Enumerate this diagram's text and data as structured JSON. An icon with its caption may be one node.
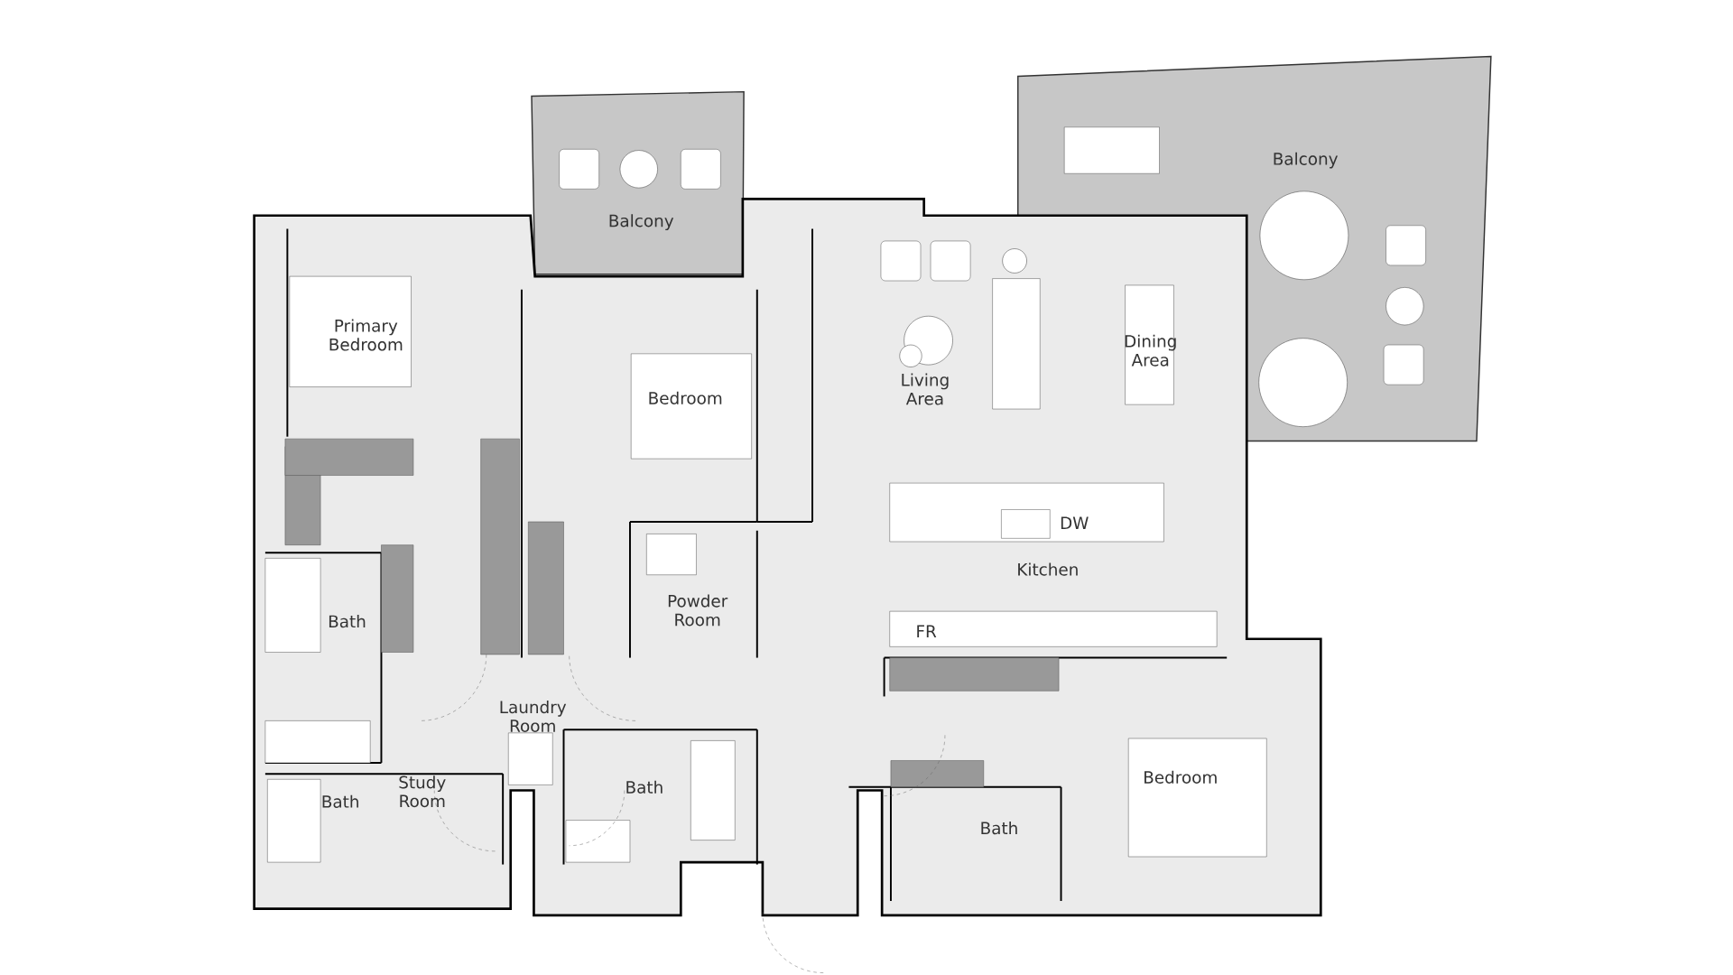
{
  "diagram": {
    "labels": [
      "Balcony",
      "Balcony",
      "Primary Bedroom",
      "Dining Area",
      "Living Area",
      "Bedroom",
      "DW",
      "Kitchen",
      "Powder Room",
      "Bath",
      "FR",
      "Laundry Room",
      "Bedroom",
      "Bath",
      "Study Room",
      "Bath",
      "Bath"
    ]
  }
}
